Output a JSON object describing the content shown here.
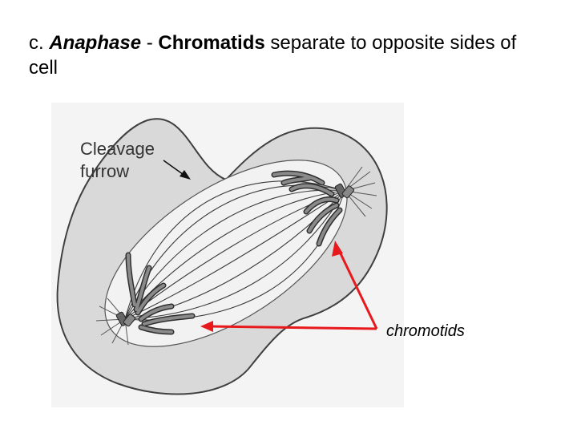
{
  "slide": {
    "title_prefix": "c. ",
    "title_term": "Anaphase",
    "title_sep": " - ",
    "title_bold": "Chromatids",
    "title_rest": " separate to opposite sides of cell"
  },
  "diagram": {
    "cleavage_line1": "Cleavage",
    "cleavage_line2": "furrow",
    "chromatid_label": "chromotids"
  },
  "colors": {
    "arrow": "#e8191c",
    "cell_fill": "#dedede",
    "cell_stroke": "#3a3a3a",
    "chromatid_fill": "#8a8a8a"
  }
}
